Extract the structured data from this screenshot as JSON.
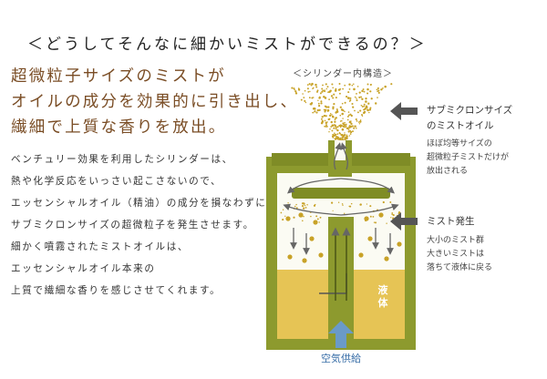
{
  "page_title": "＜どうしてそんなに細かいミストができるの？＞",
  "headline": [
    "超微粒子サイズのミストが",
    "オイルの成分を効果的に引き出し、",
    "繊細で上質な香りを放出。"
  ],
  "body": [
    "ベンチュリー効果を利用したシリンダーは、",
    "熱や化学反応をいっさい起こさないので、",
    "エッセンシャルオイル（精油）の成分を損なわずに",
    "サブミクロンサイズの超微粒子を発生させます。",
    "細かく噴霧されたミストオイルは、",
    "エッセンシャルオイル本来の",
    "上質で繊細な香りを感じさせてくれます。"
  ],
  "diagram": {
    "title": "＜シリンダー内構造＞",
    "submicron": {
      "title_lines": [
        "サブミクロンサイズ",
        "のミストオイル"
      ],
      "desc_lines": [
        "ほぼ均等サイズの",
        "超微粒子ミストだけが",
        "放出される"
      ]
    },
    "mist": {
      "title": "ミスト発生",
      "desc_lines": [
        "大小のミスト群",
        "大きいミストは",
        "落ちて液体に戻る"
      ]
    },
    "liquid_label": "液体",
    "air_label": "空気供給"
  },
  "colors": {
    "heading": "#7a4d25",
    "cylinder": "#8d9a2e",
    "cylinder_dark": "#6f7c1f",
    "liquid": "#e6c455",
    "droplet": "#c8a227",
    "arrow": "#555555",
    "air": "#6a9ac8"
  }
}
